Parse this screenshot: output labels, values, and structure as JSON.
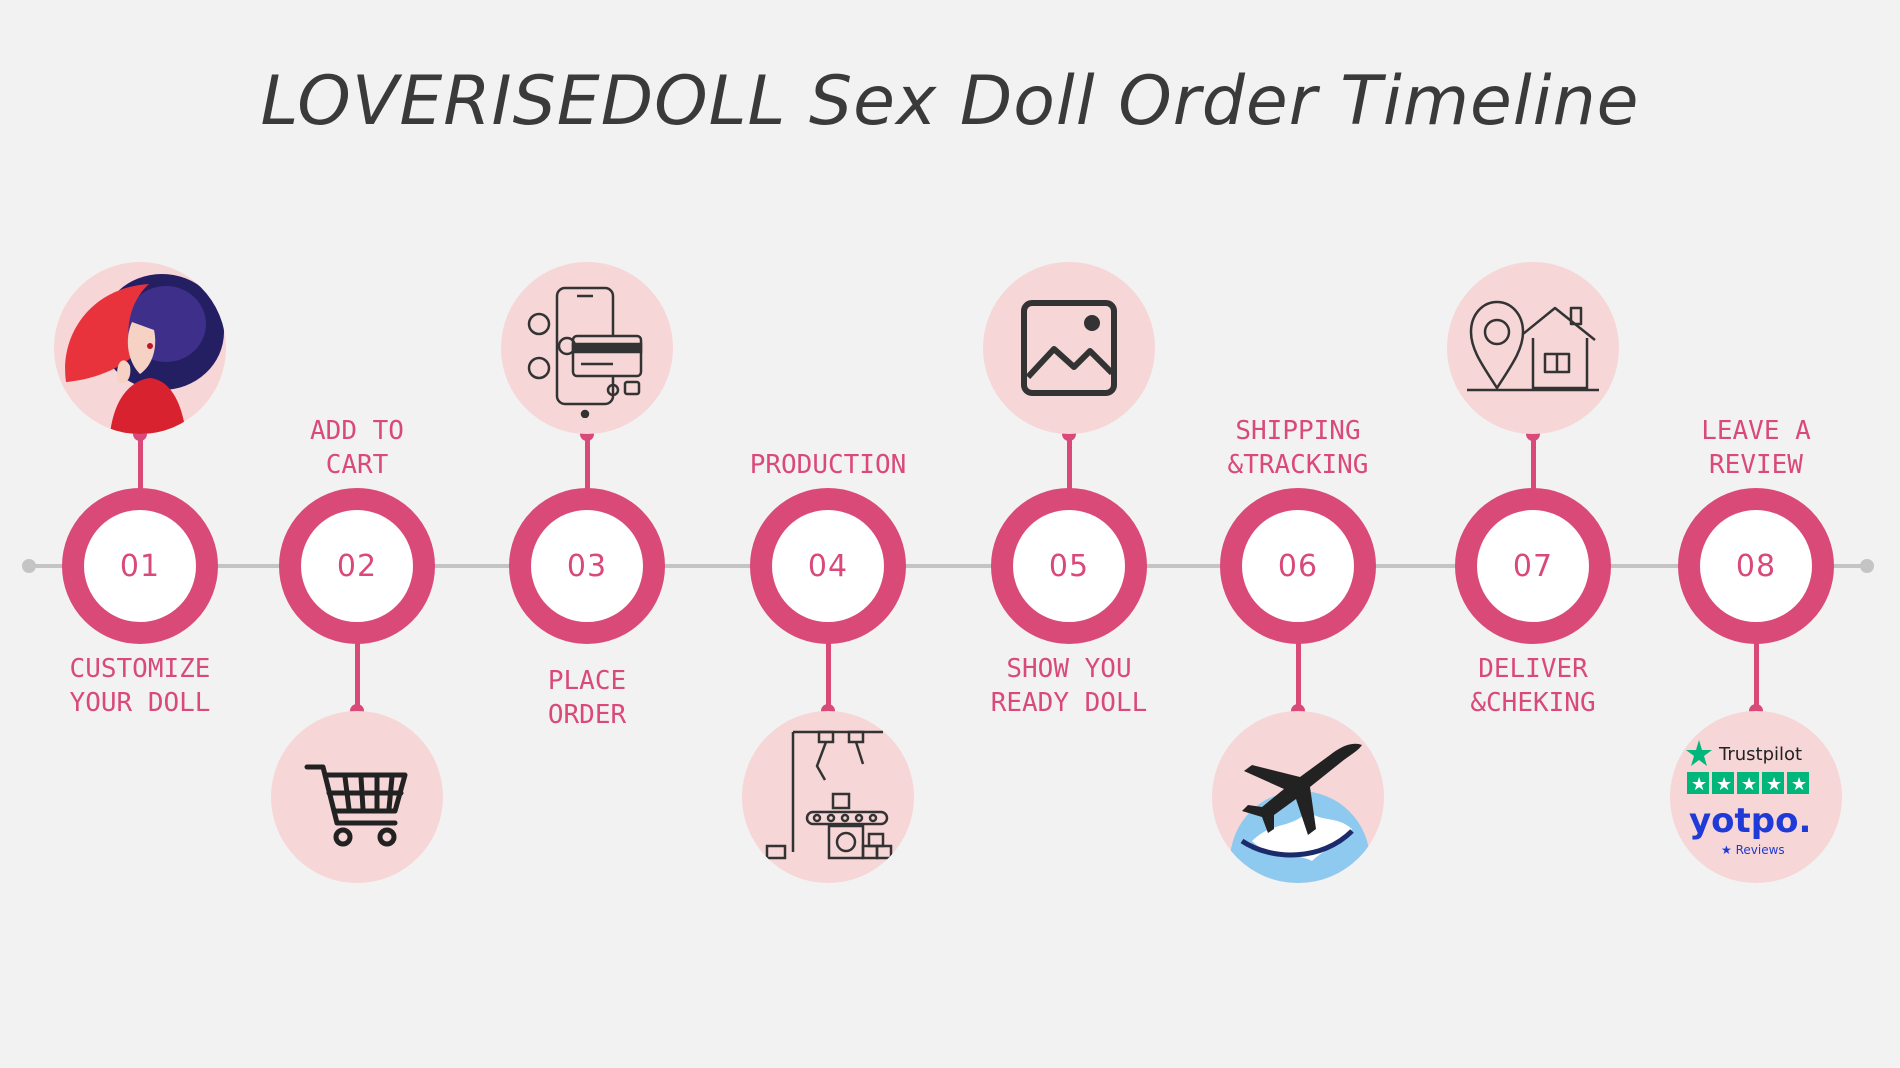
{
  "title": "LOVERISEDOLL Sex Doll Order Timeline",
  "colors": {
    "accent": "#d94a79",
    "icon_bg": "#f6d6d6",
    "line": "#c4c4c4",
    "background": "#f2f2f2",
    "title": "#3a3a3a"
  },
  "steps": [
    {
      "number": "01",
      "label": "CUSTOMIZE\nYOUR DOLL",
      "icon": "woman-red-hat-icon"
    },
    {
      "number": "02",
      "label": "ADD TO\nCART",
      "icon": "shopping-cart-icon"
    },
    {
      "number": "03",
      "label": "PLACE\nORDER",
      "icon": "phone-payment-icon"
    },
    {
      "number": "04",
      "label": "PRODUCTION",
      "icon": "factory-assembly-icon"
    },
    {
      "number": "05",
      "label": "SHOW YOU\nREADY DOLL",
      "icon": "image-icon"
    },
    {
      "number": "06",
      "label": "SHIPPING\n&TRACKING",
      "icon": "airplane-globe-icon"
    },
    {
      "number": "07",
      "label": "DELIVER\n&CHEKING",
      "icon": "location-house-icon"
    },
    {
      "number": "08",
      "label": "LEAVE A\nREVIEW",
      "icon": "reviews-logos-icon"
    }
  ],
  "review_logos": {
    "trustpilot": "Trustpilot",
    "yotpo": "yotpo.",
    "reviews": "Reviews"
  }
}
